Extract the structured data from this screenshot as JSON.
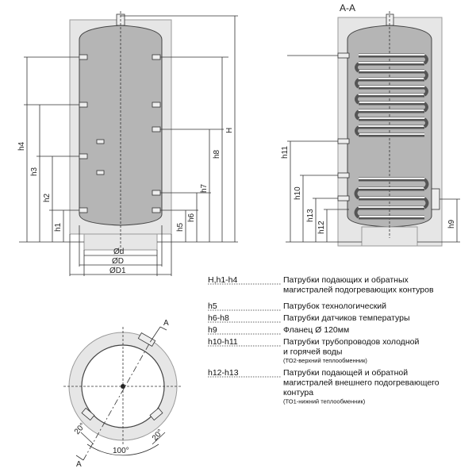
{
  "front_view": {
    "dims": {
      "h1": "h1",
      "h2": "h2",
      "h3": "h3",
      "h4": "h4",
      "h5": "h5",
      "h6": "h6",
      "h7": "h7",
      "h8": "h8",
      "H": "H",
      "d": "Ød",
      "D": "ØD",
      "D1": "ØD1"
    }
  },
  "section_view": {
    "title": "A-A",
    "dims": {
      "h9": "h9",
      "h10": "h10",
      "h11": "h11",
      "h12": "h12",
      "h13": "h13"
    }
  },
  "top_view": {
    "section_label_top": "A",
    "section_label_bottom": "A",
    "angle_left": "20°",
    "angle_right": "20°",
    "angle_bottom": "100°"
  },
  "legend": [
    {
      "code": "H,h1-h4",
      "lines": [
        "Патрубки подающих и обратных",
        "магистралей подогревающих контуров"
      ],
      "note": ""
    },
    {
      "code": "h5",
      "lines": [
        "Патрубок технологический"
      ],
      "note": ""
    },
    {
      "code": "h6-h8",
      "lines": [
        "Патрубки датчиков температуры"
      ],
      "note": ""
    },
    {
      "code": "h9",
      "lines": [
        "Фланец Ø 120мм"
      ],
      "note": ""
    },
    {
      "code": "h10-h11",
      "lines": [
        "Патрубки трубопроводов холодной",
        "и горячей воды"
      ],
      "note": "(ТО2-верхний теплообменник)"
    },
    {
      "code": "h12-h13",
      "lines": [
        "Патрубки подающей и обратной",
        "магистралей внешнего подогревающего",
        "контура"
      ],
      "note": "(ТО1-нижний теплообменник)"
    }
  ],
  "colors": {
    "insulation": "#e6e6e6",
    "tank": "#b5b5b5",
    "line": "#333333"
  }
}
